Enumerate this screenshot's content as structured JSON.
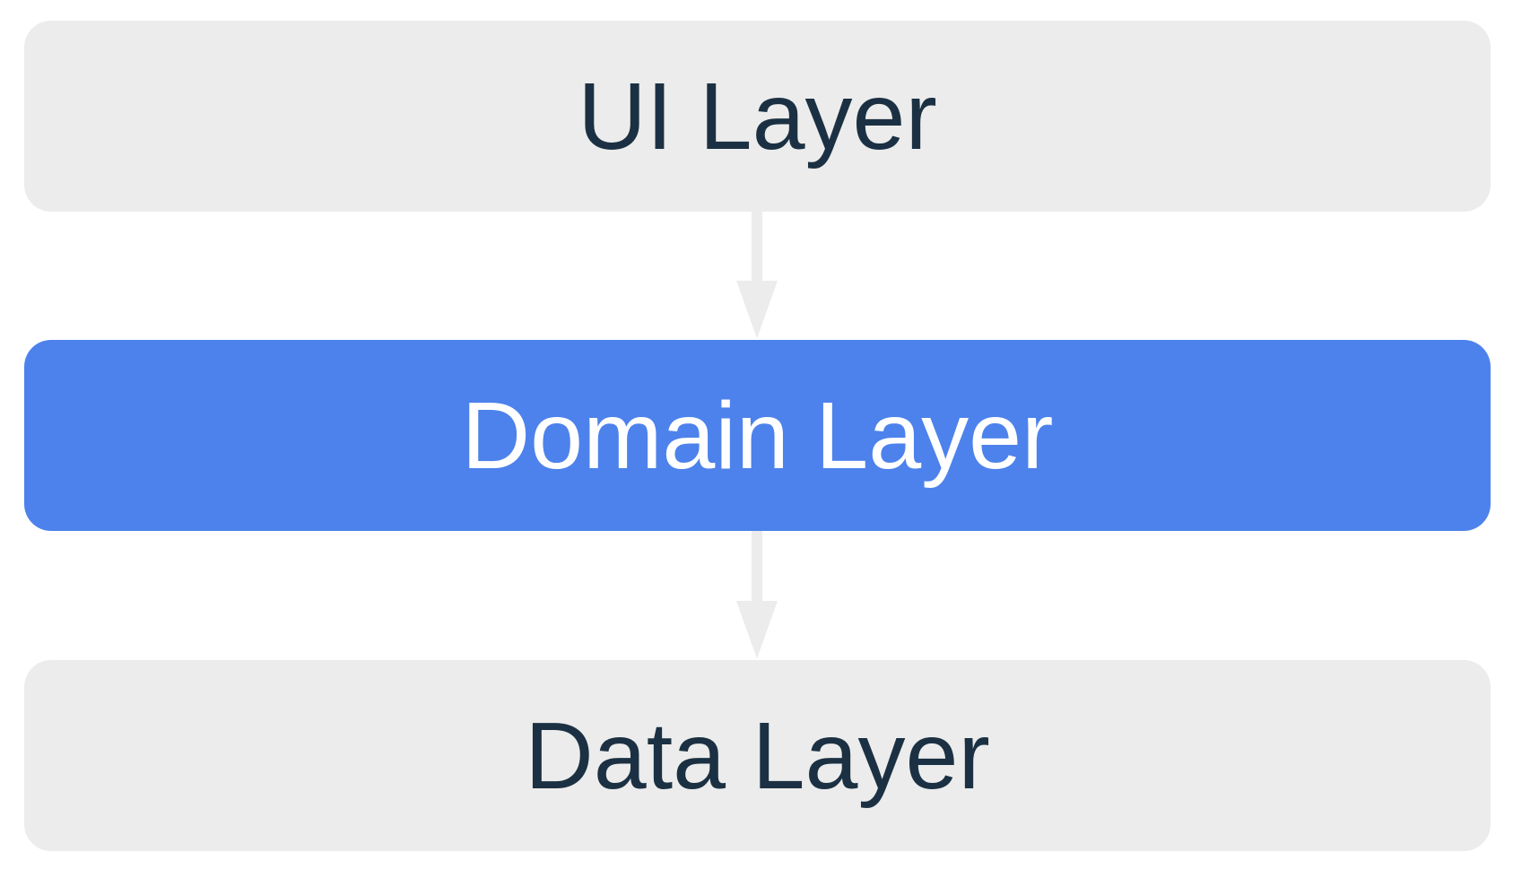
{
  "diagram": {
    "type": "layered-architecture",
    "layers": [
      {
        "id": "ui",
        "label": "UI Layer",
        "variant": "gray"
      },
      {
        "id": "domain",
        "label": "Domain Layer",
        "variant": "blue"
      },
      {
        "id": "data",
        "label": "Data Layer",
        "variant": "gray"
      }
    ],
    "arrows": [
      {
        "id": "ui-to-domain",
        "from": "ui",
        "to": "domain",
        "direction": "down"
      },
      {
        "id": "domain-to-data",
        "from": "domain",
        "to": "data",
        "direction": "down"
      }
    ],
    "colors": {
      "background": "#ffffff",
      "box_gray": "#ececec",
      "box_blue": "#4d82ec",
      "text_dark": "#1b3143",
      "text_light": "#ffffff",
      "arrow_gray": "#ececec"
    }
  }
}
